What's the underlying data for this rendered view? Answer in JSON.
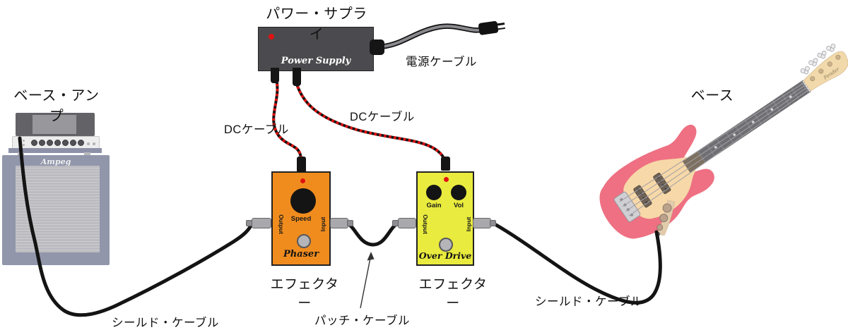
{
  "labels": {
    "power_supply": "パワー・サプライ",
    "power_cable": "電源ケーブル",
    "dc_cable": "DCケーブル",
    "bass_amp": "ベース・アンプ",
    "bass": "ベース",
    "effector": "エフェクター",
    "shield_cable": "シールド・ケーブル",
    "patch_cable": "パッチ・ケーブル"
  },
  "power_supply": {
    "nameplate": "Power Supply"
  },
  "amp": {
    "brand": "Ampeg"
  },
  "bass_guitar": {
    "headstock_logo": "Fender"
  },
  "pedals": {
    "phaser": {
      "name": "Phaser",
      "knob": "Speed",
      "left_jack": "Output",
      "right_jack": "Input"
    },
    "overdrive": {
      "name": "Over Drive",
      "knob_left": "Gain",
      "knob_right": "Vol",
      "left_jack": "Output",
      "right_jack": "Input"
    }
  },
  "colors": {
    "phaser_body": "#f08c1e",
    "overdrive_body": "#e9eb3e",
    "power_supply_body": "#4b4b4f",
    "led_red": "#e01212",
    "dc_cable_red": "#e01212",
    "cable_black": "#141414",
    "bass_body_pink": "#ee7082",
    "pickguard_cream": "#f7d8a8",
    "amp_cabinet_frame": "#9196ab",
    "amp_grill": "#c3c3c7"
  }
}
